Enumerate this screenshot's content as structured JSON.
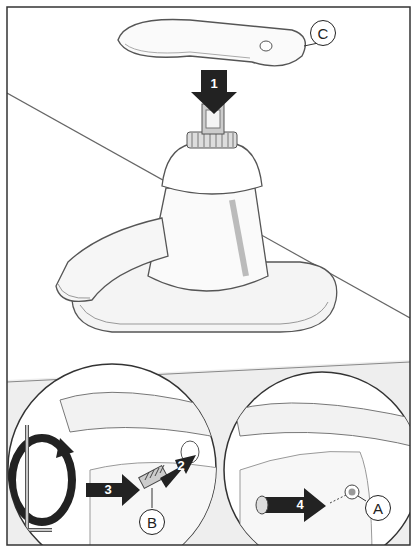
{
  "diagram": {
    "nodes": [
      {
        "text": [
          "C"
        ]
      },
      {
        "text": [
          "B"
        ]
      },
      {
        "text": [
          "A"
        ]
      }
    ],
    "labels": [
      "1",
      "2",
      "3",
      "4"
    ]
  }
}
